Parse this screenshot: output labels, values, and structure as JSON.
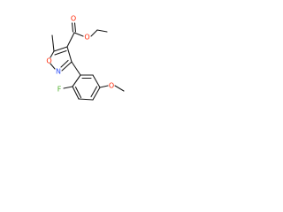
{
  "atoms": {
    "carbonyl_oxygen": "O",
    "ester_oxygen": "O",
    "ring_oxygen": "O",
    "ring_nitrogen": "N",
    "fluorine": "F",
    "methoxy_oxygen": "O"
  },
  "colors": {
    "oxygen": "#ff2200",
    "nitrogen": "#3050f8",
    "fluorine": "#4caf28",
    "bond": "#1a1a1a"
  }
}
